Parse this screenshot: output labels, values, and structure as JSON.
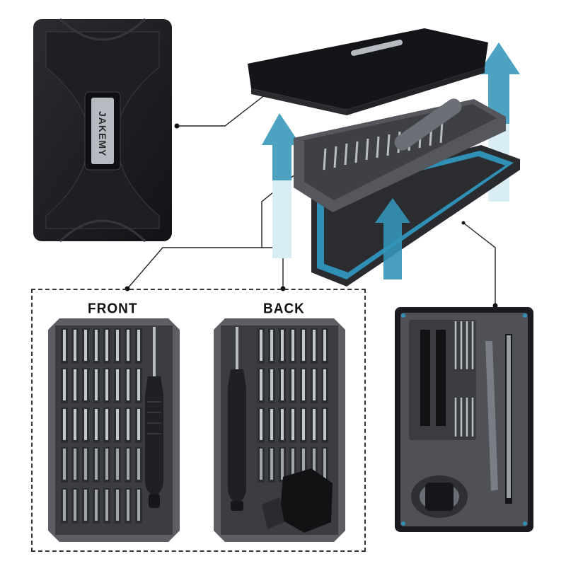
{
  "brand": {
    "logo_text": "JAKEMY"
  },
  "views": {
    "front_label": "FRONT",
    "back_label": "BACK"
  },
  "colors": {
    "case_black": "#1b1c1f",
    "tray_grey": "#5b5d63",
    "tray_dark": "#3a3b40",
    "accent_teal": "#2a8fb3",
    "arrow_light": "#d7ecf4",
    "bit_silver": "#b9bcc2"
  },
  "icons": [
    "up-arrow-icon",
    "up-arrow-icon",
    "up-arrow-icon"
  ]
}
